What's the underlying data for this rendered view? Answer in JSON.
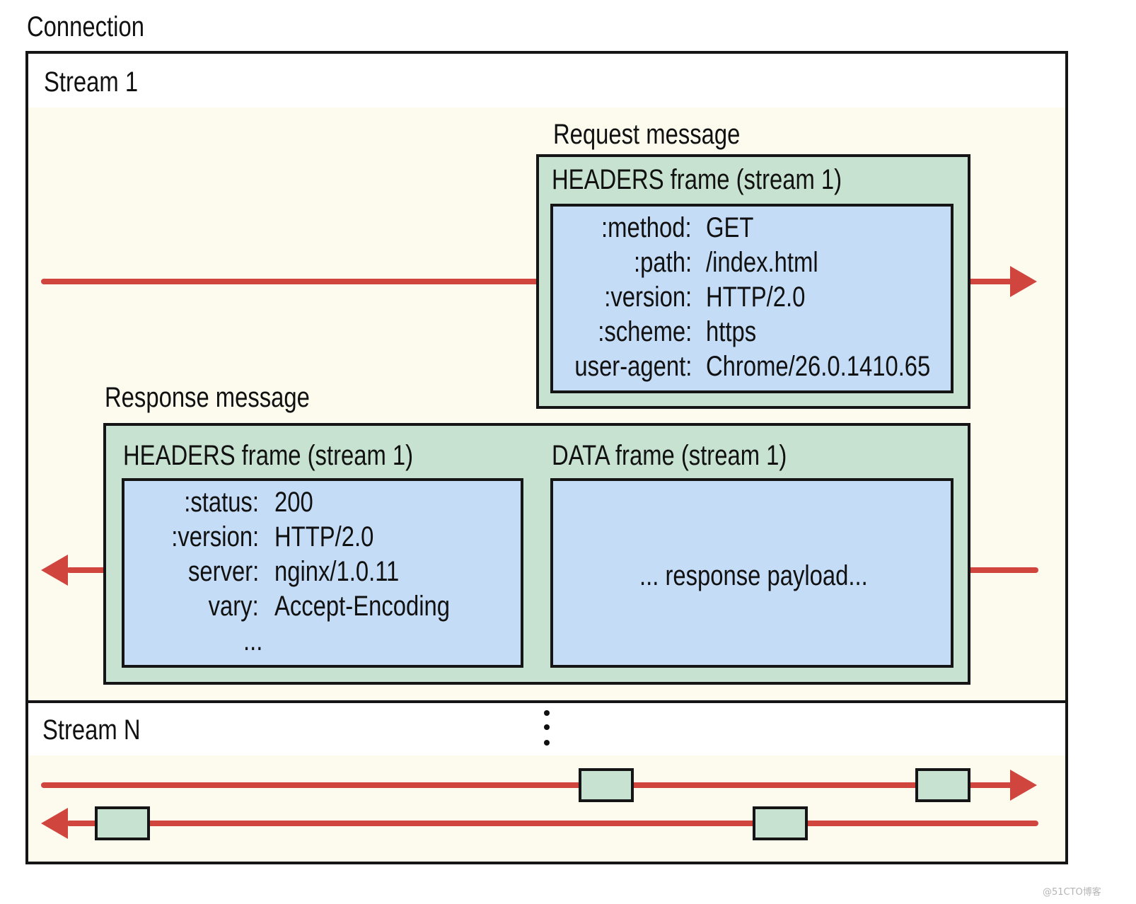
{
  "connection_label": "Connection",
  "stream1": {
    "label": "Stream 1",
    "request": {
      "title": "Request message",
      "frame_title": "HEADERS frame (stream 1)",
      "headers": [
        {
          "key": ":method:",
          "value": "GET"
        },
        {
          "key": ":path:",
          "value": "/index.html"
        },
        {
          "key": ":version:",
          "value": "HTTP/2.0"
        },
        {
          "key": ":scheme:",
          "value": "https"
        },
        {
          "key": "user-agent:",
          "value": "Chrome/26.0.1410.65"
        }
      ]
    },
    "response": {
      "title": "Response message",
      "headers_frame_title": "HEADERS frame (stream 1)",
      "data_frame_title": "DATA frame (stream 1)",
      "headers": [
        {
          "key": ":status:",
          "value": "200"
        },
        {
          "key": ":version:",
          "value": "HTTP/2.0"
        },
        {
          "key": "server:",
          "value": "nginx/1.0.11"
        },
        {
          "key": "vary:",
          "value": "Accept-Encoding"
        }
      ],
      "ellipsis": "...",
      "payload": "... response payload..."
    }
  },
  "streamN": {
    "label": "Stream N"
  },
  "watermark": "@51CTO博客",
  "colors": {
    "arrow": "#d1453f",
    "frame_green": "#c7e2d0",
    "frame_blue": "#c4dcf6",
    "stream_body": "#fcfbee"
  }
}
